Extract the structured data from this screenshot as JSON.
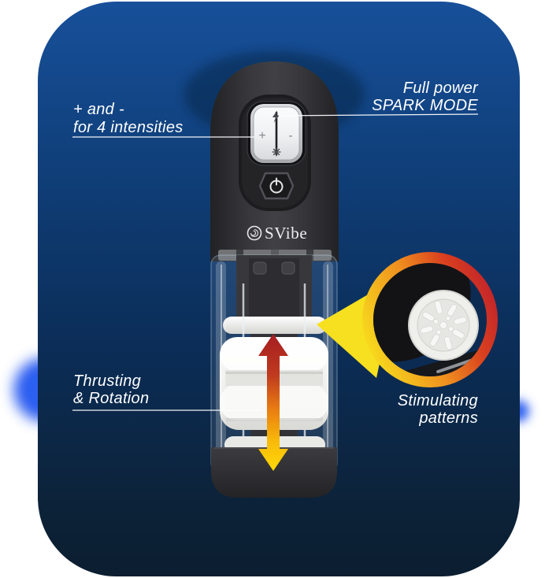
{
  "callouts": {
    "intensities": {
      "line1": "+ and -",
      "line2": "for 4 intensities"
    },
    "spark": {
      "line1": "Full power",
      "line2": "SPARK MODE"
    },
    "thrusting": {
      "line1": "Thrusting",
      "line2": "& Rotation"
    },
    "patterns": {
      "line1": "Stimulating",
      "line2": "patterns"
    }
  },
  "device": {
    "brand": "SVibe",
    "plus": "+",
    "minus": "-"
  },
  "colors": {
    "background_top": "#17509a",
    "background_bottom": "#0c2134",
    "accent_yellow": "#f6e01f",
    "accent_orange": "#ef8f1f",
    "accent_red": "#c2232a",
    "arrow_red": "#a61d22",
    "arrow_yellow": "#ffd908",
    "glow_blue": "#2b5cf0",
    "label_text": "#ffffff"
  }
}
